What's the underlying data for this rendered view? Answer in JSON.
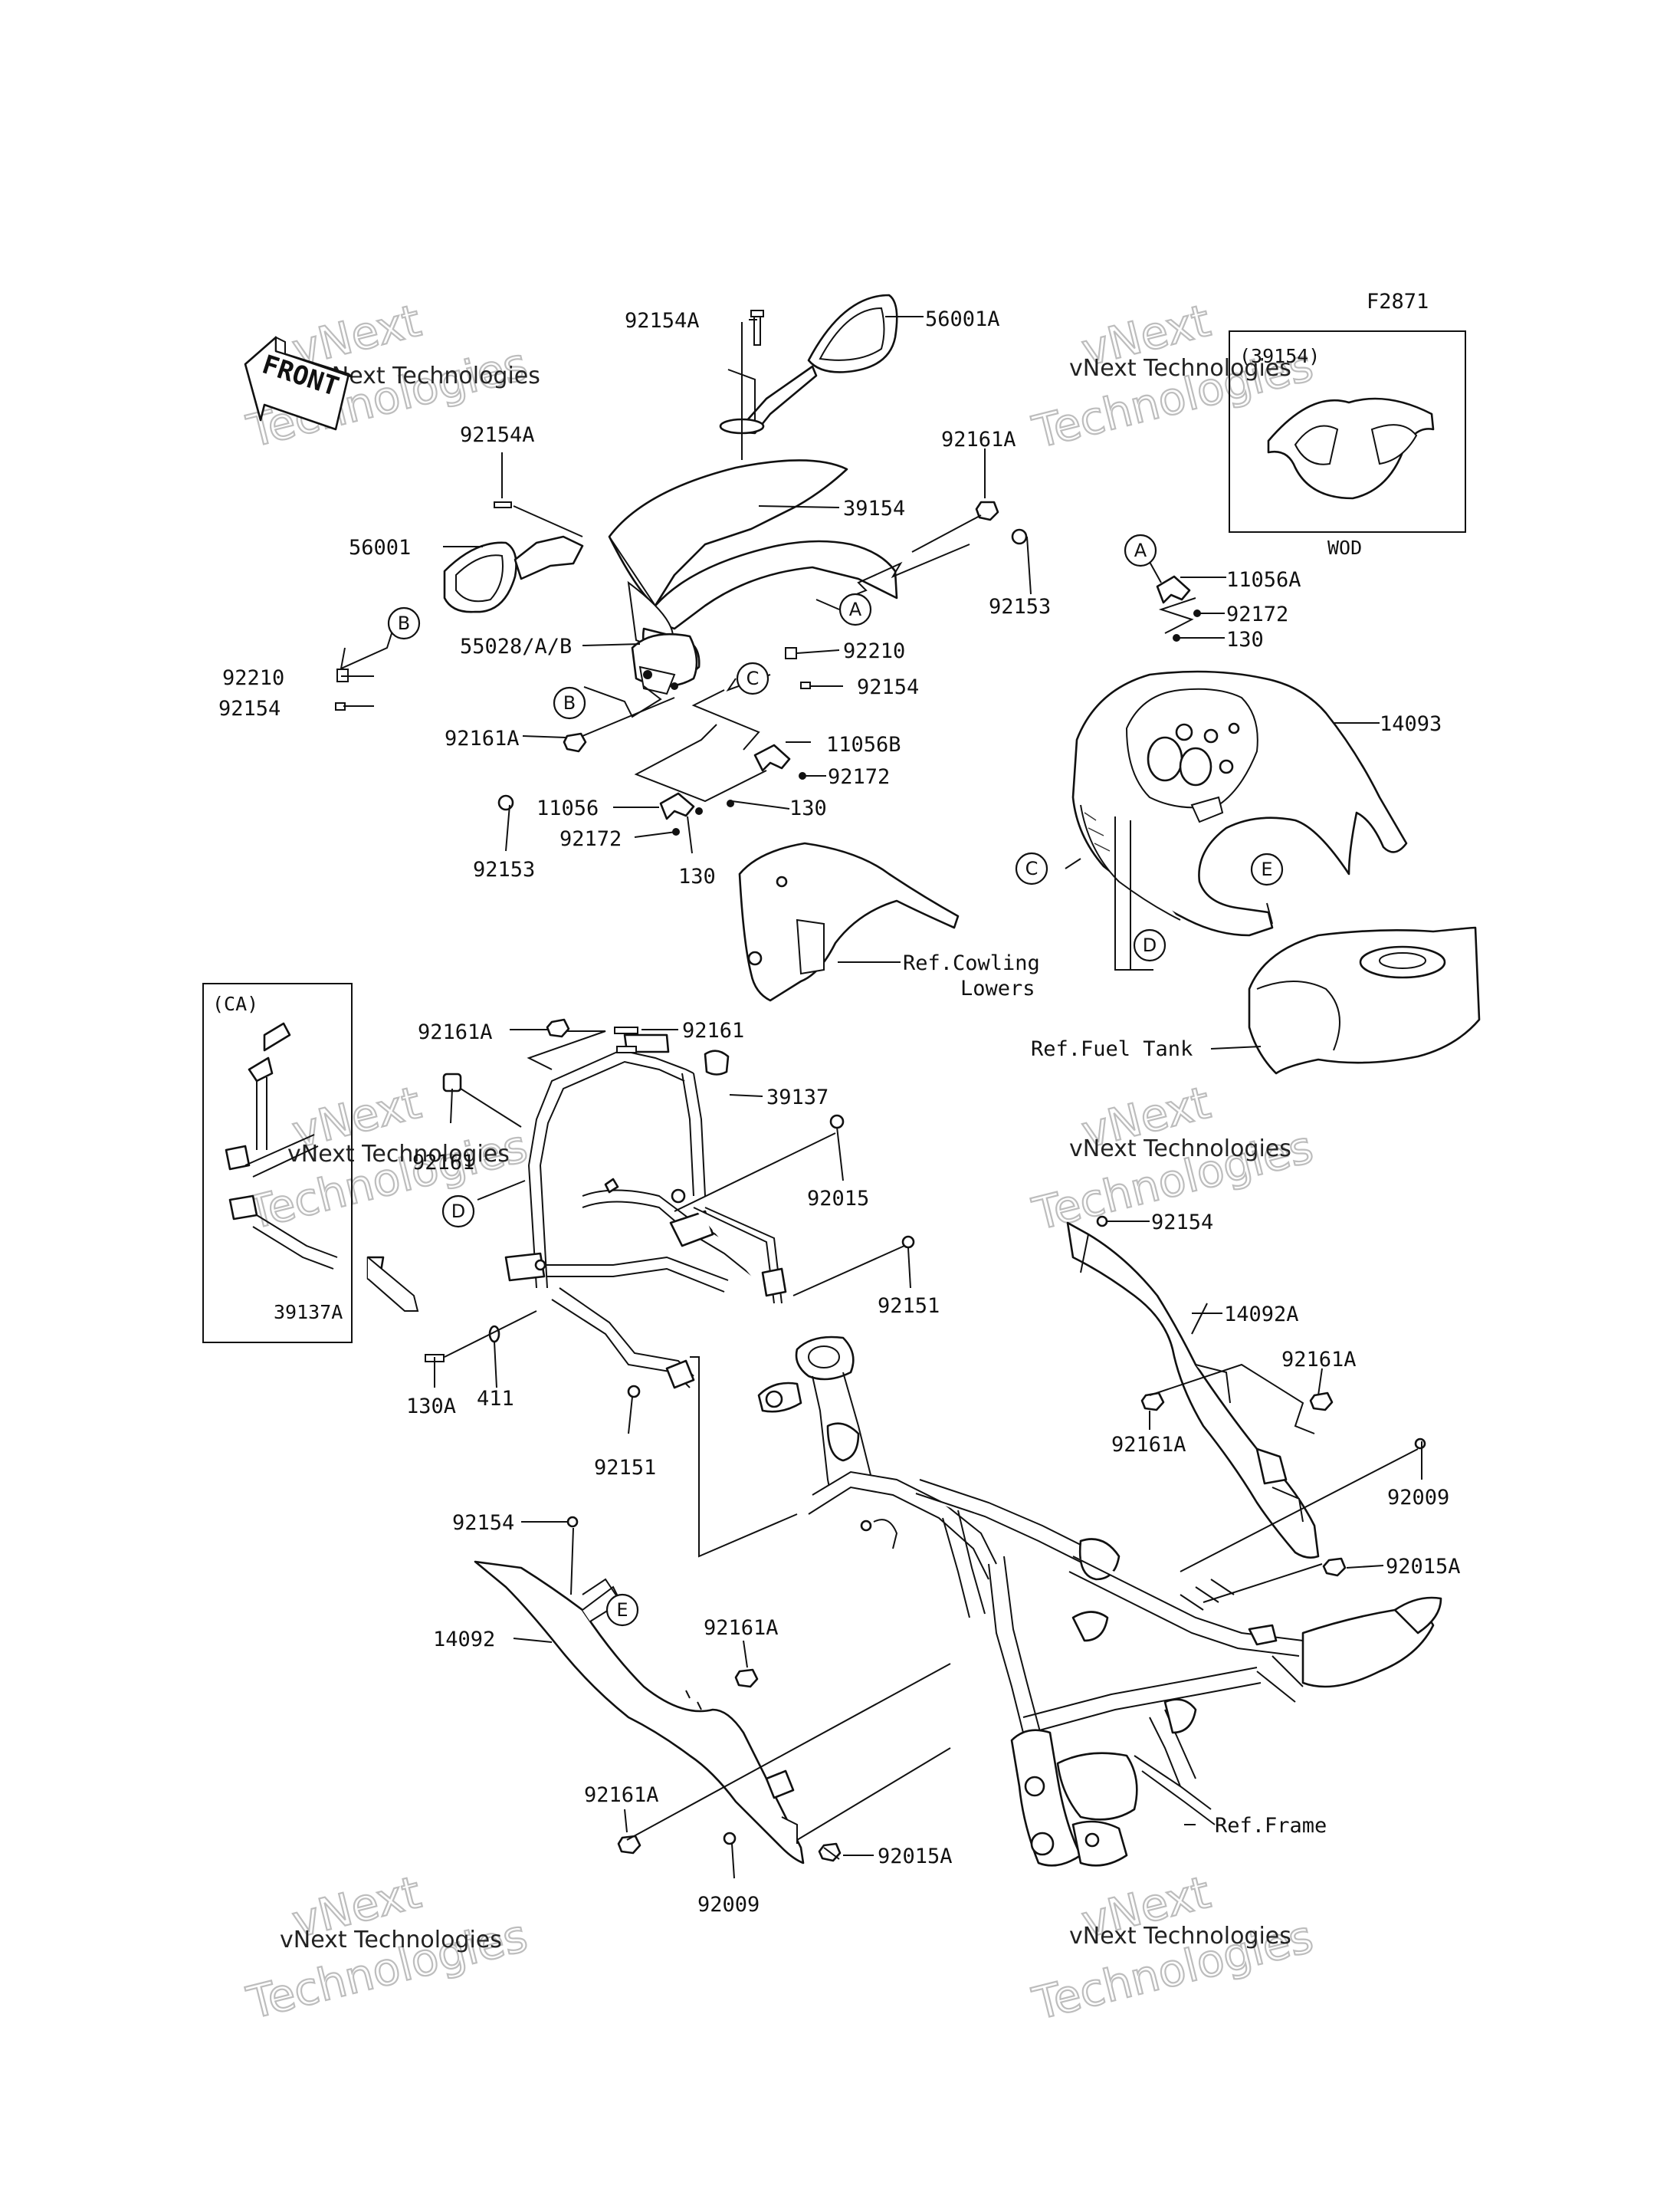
{
  "figure_code": "F2871",
  "watermark_text": "vNext Technologies",
  "front_arrow_label": "FRONT",
  "inset_wod": {
    "part": "(39154)",
    "caption": "WOD"
  },
  "inset_ca": {
    "label": "(CA)",
    "part": "39137A"
  },
  "parts": {
    "p92154A_top": "92154A",
    "p56001A": "56001A",
    "p92154A_left": "92154A",
    "p39154": "39154",
    "p92161A_top": "92161A",
    "p56001": "56001",
    "p92153_right": "92153",
    "p55028": "55028/A/B",
    "p92210_right": "92210",
    "p92154_mid": "92154",
    "p92210_left": "92210",
    "p92154_left": "92154",
    "p92161A_mid": "92161A",
    "p11056B": "11056B",
    "p92172_mid": "92172",
    "p11056": "11056",
    "p130_mid": "130",
    "p92172_low": "92172",
    "p92153_left": "92153",
    "p130_low": "130",
    "p11056A": "11056A",
    "p92172_right": "92172",
    "p130_right": "130",
    "p14093": "14093",
    "ref_cowling": "Ref.Cowling",
    "ref_cowling_2": "Lowers",
    "ref_fuel_tank": "Ref.Fuel Tank",
    "p92161A_frame": "92161A",
    "p92161_frame": "92161",
    "p39137": "39137",
    "p92161_ghost": "92161",
    "p92015": "92015",
    "p92151_right": "92151",
    "p130A": "130A",
    "p411": "411",
    "p92151_low": "92151",
    "p92154_r": "92154",
    "p14092A": "14092A",
    "p92161A_r1": "92161A",
    "p92161A_r2": "92161A",
    "p92009_right": "92009",
    "p92015A_right": "92015A",
    "p92154_l": "92154",
    "p14092": "14092",
    "p92161A_l1": "92161A",
    "p92161A_l2": "92161A",
    "p92015A_left": "92015A",
    "p92009_left": "92009",
    "ref_frame": "Ref.Frame"
  },
  "callouts": {
    "A": "A",
    "B": "B",
    "C": "C",
    "D": "D",
    "E": "E"
  }
}
